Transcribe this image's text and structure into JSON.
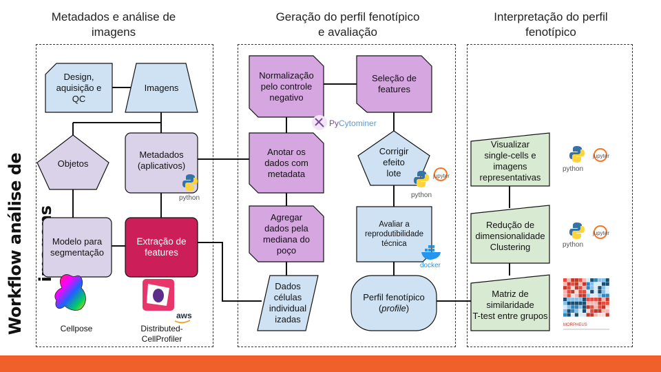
{
  "headers": {
    "col1": "Metadados e análise de\nimagens",
    "col2": "Geração do perfil fenotípico\ne avaliação",
    "col3": "Interpretação do perfil\nfenotípico"
  },
  "vertical_title": "Workflow análise de imagens",
  "nodes": {
    "design": "Design,\naquisição e\nQC",
    "imagens": "Imagens",
    "objetos": "Objetos",
    "metadados": "Metadados\n(aplicativos)",
    "modelo": "Modelo para\nsegmentação",
    "extracao": "Extração de\nfeatures",
    "normalizacao": "Normalização\npelo controle\nnegativo",
    "selecao": "Seleção de\nfeatures",
    "anotar": "Anotar os\ndados com\nmetadata",
    "corrigir": "Corrigir\nefeito\nlote",
    "agregar": "Agregar\ndados pela\nmediana do\npoço",
    "avaliar": "Avaliar a\nreprodutibilidade\ntécnica",
    "dados": "Dados\ncélulas\nindividual\nizadas",
    "perfil_pre": "Perfil fenotípico\n(",
    "perfil_em": "profile",
    "perfil_post": ")",
    "visualizar": "Visualizar\nsingle-cells e\nimagens\nrepresentativas",
    "reducao": "Redução  de\ndimensionalidade\nClustering",
    "matriz": "Matriz de\nsimilaridade\nT-test entre grupos"
  },
  "captions": {
    "cellpose": "Cellpose",
    "distributed": "Distributed-\nCellProfiler"
  },
  "logos": {
    "python": "python",
    "jupyter": "jupyter",
    "pycyto_py": "Py",
    "pycyto_rest": "Cytominer",
    "docker": "docker",
    "aws": "aws",
    "morpheus": "MORPHEUS"
  },
  "colors": {
    "light_blue": "#cfe2f3",
    "lavender": "#d9d2e9",
    "purple": "#d5a6e0",
    "crimson": "#cc1f5a",
    "green": "#d9ead3",
    "accent_bar": "#f0602a"
  }
}
